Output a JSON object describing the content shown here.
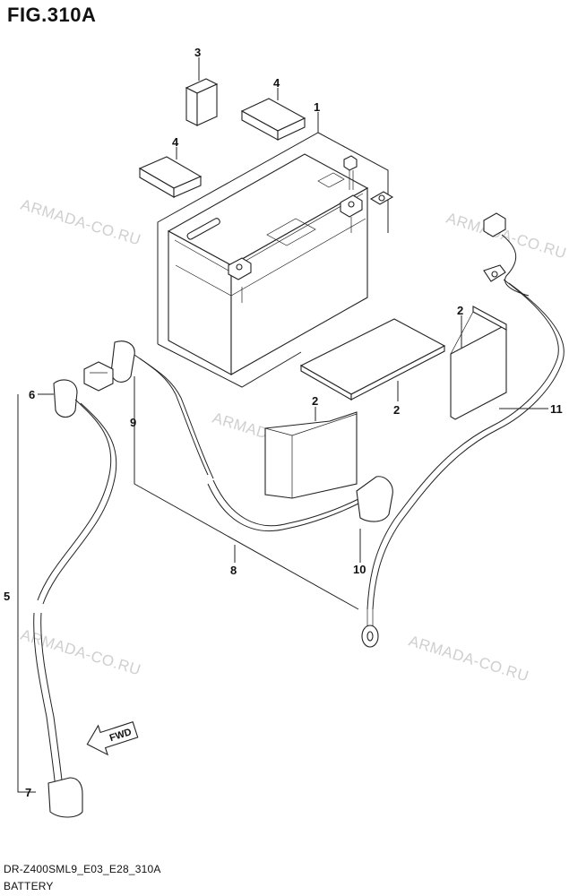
{
  "figure": {
    "title": "FIG.310A"
  },
  "footer": {
    "code": "DR-Z400SML9_E03_E28_310A",
    "name": "BATTERY"
  },
  "watermark": {
    "text": "ARMADA-CO.RU"
  },
  "direction": {
    "label": "FWD"
  },
  "callouts": [
    "1",
    "2",
    "2",
    "2",
    "3",
    "4",
    "4",
    "5",
    "6",
    "7",
    "8",
    "9",
    "10",
    "11"
  ]
}
